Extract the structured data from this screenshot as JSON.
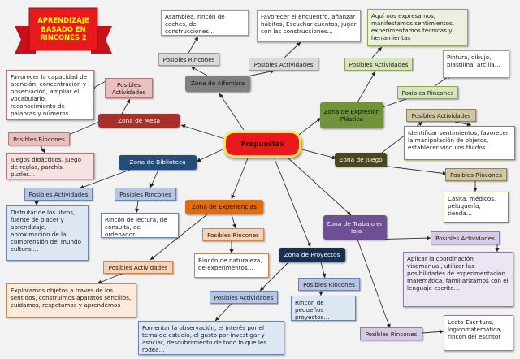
{
  "title": "APRENDIZAJE BASADO EN RINCONES 2",
  "center": "Propuestas",
  "zones": {
    "alfombra": "Zona de Alfombra",
    "expresion": "Zona de Expresión Plástica",
    "mesa": "Zona de Mesa",
    "biblioteca": "Zona de Biblioteca",
    "juego": "Zona de Juego",
    "experiencias": "Zona de Experiencias",
    "trabajo": "Zona de Trabajo en Hoja",
    "proyectos": "Zona de Proyectos"
  },
  "labels": {
    "rincones": "Posibles Rincones",
    "actividades": "Posibles Actividades"
  },
  "texts": {
    "alfombra_rincones": "Asamblea, rincón de coches, de construcciones…",
    "alfombra_actividades": "Favorecer el encuentro, afianzar hábitos, Escuchar cuentos, jugar con las construcciones…",
    "expresion_actividades": "Aquí nos expresamos, manifestamos sentimientos, experimentamos técnicas y herramientas",
    "expresion_rincones": "Pintura, dibujo, plastilina, arcilla…",
    "mesa_actividades": "Favorecer la capacidad de atención, concentración y observación, ampliar el vocabulario, reconocimiento de palabras y números…",
    "mesa_rincones": "Juegos didácticos, juego de reglas, parchís, puzles…",
    "juego_actividades": "Identificar sentimientos, favorecer la manipulación de objetos, establecer vínculos fluidos…",
    "juego_rincones": "Casita, médicos, peluquería, tienda…",
    "biblioteca_actividades": "Disfrutar de los libros, fuente de placer y aprendizaje, aproximación de la comprensión del mundo cultural…",
    "biblioteca_rincones": "Rincón de lectura, de consulta, de ordenador…",
    "experiencias_rincones": "Rincón de naturaleza, de experimentos…",
    "experiencias_actividades": "Exploramos objetos a través de los sentidos, construimos aparatos sencillos, cuidamos, respetamos y aprendemos",
    "proyectos_rincones": "Rincón de pequeños proyectos…",
    "proyectos_actividades": "Fomentar la observación, el interés por el tema de estudio, el gusto por investigar y asociar, descubrimiento de todo lo que les rodea…",
    "trabajo_actividades": "Aplicar la coordinación visomanual, utilizar las posibilidades de experimentación matemática, familiarizarnos con el lenguaje escrito…",
    "trabajo_rincones": "Lecto-Escritura, logicomatemática, rincón del escritor"
  },
  "colors": {
    "background": "#f2f2f2",
    "title_red": "#e8191d",
    "title_text": "#ffff00",
    "center_red": "#e8191d",
    "center_border": "#ffe64a",
    "alfombra": "#808080",
    "expresion": "#70943a",
    "mesa": "#a72f2c",
    "biblioteca": "#244d7a",
    "juego": "#4b4522",
    "experiencias": "#e26b0e",
    "trabajo": "#6f4f93",
    "proyectos": "#182f4f",
    "rincones_pink": "#e9c0be",
    "actividades_blue": "#b4c6e4",
    "actividades_tan": "#d0c6a4",
    "label_green": "#d8e4bb",
    "label_peach": "#f8d2b3",
    "label_lavender": "#d6cbe2",
    "label_grey": "#d9d9d9",
    "box_white": "#ffffff",
    "box_green": "#ebf1de",
    "box_pink": "#f6e2e1",
    "box_blue": "#dde6f3",
    "box_cream": "#ffffff",
    "box_peach": "#fdeadb",
    "box_lavender": "#ece6f3"
  },
  "icons": {
    "title_banner": "red-ribbon-banner",
    "arrows": "arrow-head"
  }
}
